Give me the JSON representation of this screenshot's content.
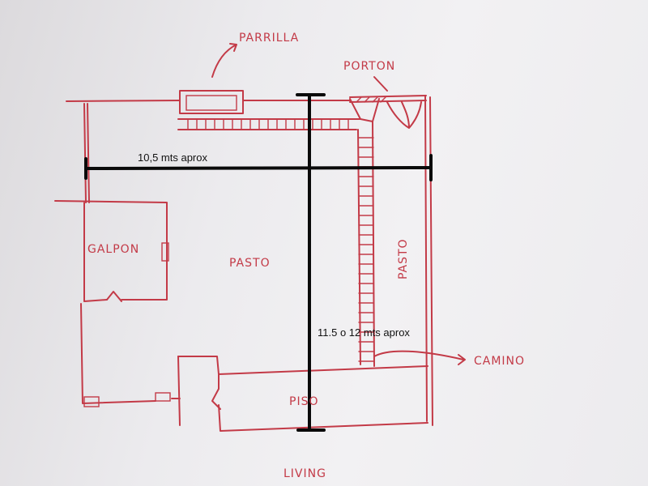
{
  "labels": {
    "parrilla": "PARRILLA",
    "porton": "PORTON",
    "galpon": "GALPON",
    "pasto_center": "PASTO",
    "pasto_side": "PASTO",
    "camino": "CAMINO",
    "piso": "PISO",
    "living": "LIVING"
  },
  "dimensions": {
    "width": "10,5 mts aprox",
    "length": "11.5 o 12 mts aprox"
  },
  "colors": {
    "sketch_ink": "#c33a47",
    "marker_ink": "#0a0a0a",
    "paper": "#ecebee"
  }
}
